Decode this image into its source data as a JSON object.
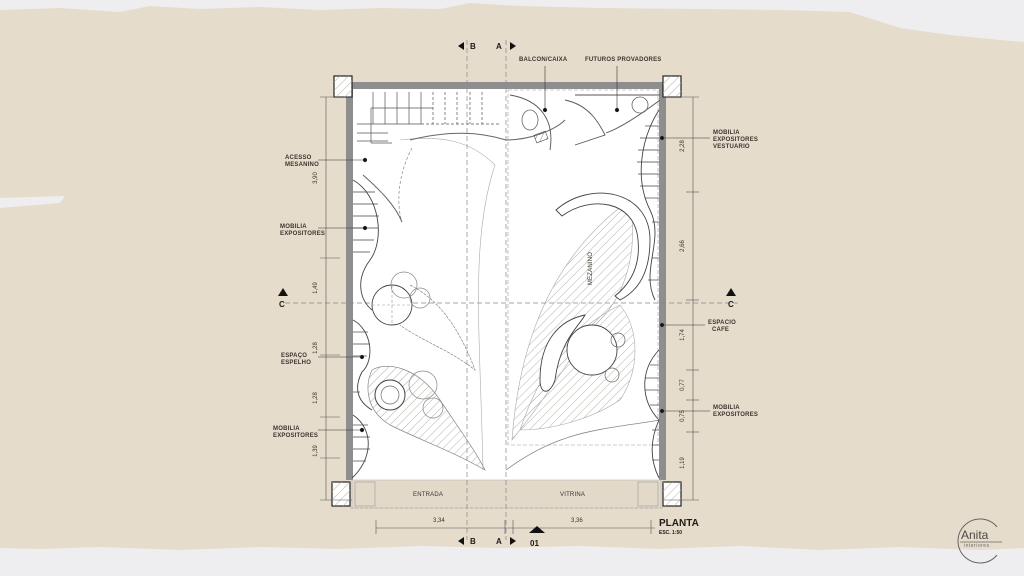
{
  "plan": {
    "title": "PLANTA",
    "scale": "ESC. 1:50",
    "drawing_number": "01",
    "sections": {
      "a": "A",
      "b": "B",
      "c": "C"
    }
  },
  "labels": {
    "acesso_mezanino": [
      "ACESSO",
      "MESANINO"
    ],
    "mobilia_expositores_left_top": [
      "MOBILIA",
      "EXPOSITORES"
    ],
    "espaco_espelho": [
      "ESPAÇO",
      "ESPELHO"
    ],
    "mobilia_expositores_left_bottom": [
      "MOBILIA",
      "EXPOSITORES"
    ],
    "balcon_caixa": "BALCON/CAIXA",
    "futuros_provadores": "FUTUROS PROVADORES",
    "mobilia_expositores_vestuario": [
      "MOBILIA",
      "EXPOSITORES",
      "VESTUARIO"
    ],
    "espacio_cafe": [
      "ESPACIO",
      "CAFE"
    ],
    "mobilia_expositores_right": [
      "MOBILIA",
      "EXPOSITORES"
    ],
    "mezanino": "MEZANINO",
    "entrada": "ENTRADA",
    "vitrina": "VITRINA"
  },
  "dimensions": {
    "left": [
      "3,90",
      "1,49",
      "1,28",
      "1,28",
      "1,39"
    ],
    "right": [
      "2,28",
      "2,66",
      "1,74",
      "0,77",
      "0,75",
      "1,19"
    ],
    "bottom": [
      "3,34",
      "3,36"
    ]
  },
  "logo": {
    "name": "Anita",
    "subtitle": "interiores"
  },
  "colors": {
    "paper": "#e6dccb",
    "background": "#eeeef0",
    "wall": "#8e8e8e",
    "line": "#3a3630",
    "floor": "#ffffff"
  }
}
